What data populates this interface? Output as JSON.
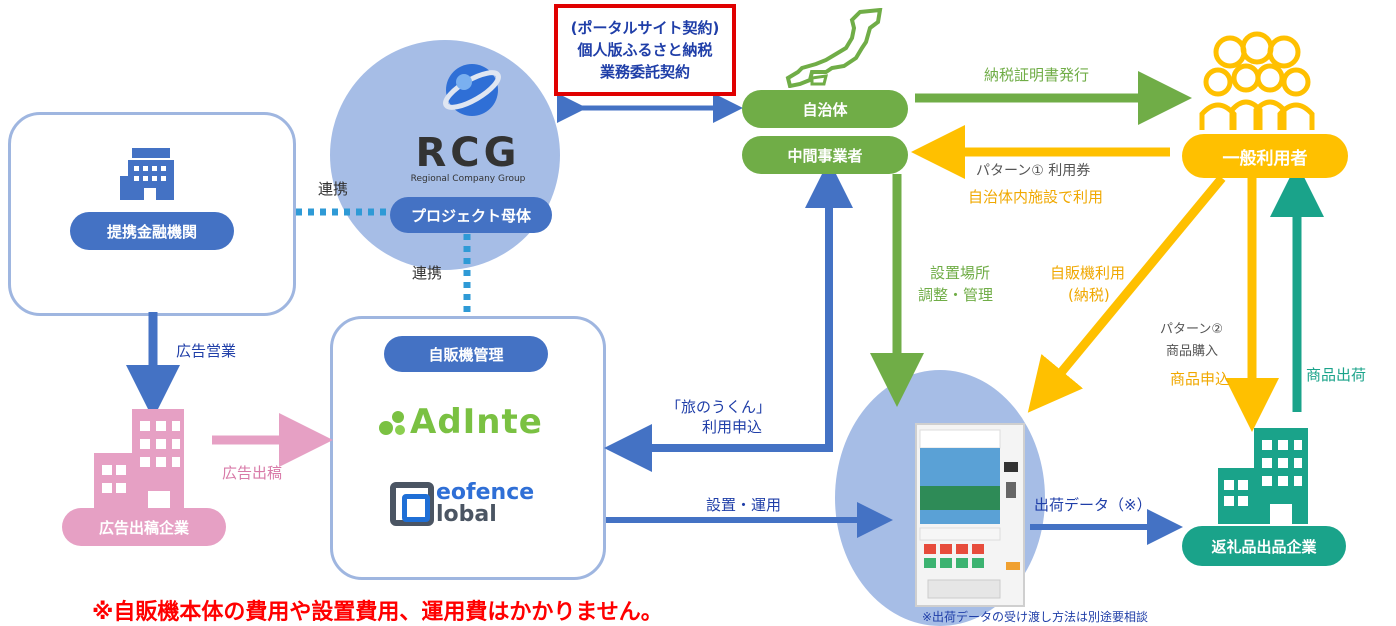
{
  "header": {
    "title_partial": ""
  },
  "contract_box": {
    "lines": [
      "(ポータルサイト契約)",
      "個人版ふるさと納税",
      "業務委託契約"
    ]
  },
  "rcg": {
    "logo": "RCG",
    "tagline": "Regional Company Group",
    "role_label": "プロジェクト母体"
  },
  "partner_bank": {
    "label": "提携金融機関"
  },
  "link_labels": {
    "horizontal": "連携",
    "vertical": "連携"
  },
  "ad_sales": "広告営業",
  "ad_placement": "広告出稿",
  "advertiser": {
    "label": "広告出稿企業"
  },
  "vending_mgmt": {
    "label": "自販機管理",
    "adinte": "AdInte",
    "geofence_top": "eofence",
    "geofence_bottom": "lobal"
  },
  "municipality": {
    "label": "自治体"
  },
  "intermediary": {
    "label": "中間事業者"
  },
  "tax_cert": "納税証明書発行",
  "pattern1": {
    "line1": "パターン①  利用券",
    "line2": "自治体内施設で利用"
  },
  "general_users": {
    "label": "一般利用者"
  },
  "setup_location": {
    "line1": "設置場所",
    "line2": "調整・管理"
  },
  "vending_use": {
    "line1": "自販機利用",
    "line2": "(納税)"
  },
  "pattern2": {
    "line1": "パターン②",
    "line2": "商品購入",
    "line3": "商品申込"
  },
  "shipping": "商品出荷",
  "tabi_apply": {
    "line1": "「旅のうくん」",
    "line2": "利用申込"
  },
  "install_ops": "設置・運用",
  "ship_data": "出荷データ（※）",
  "gift_company": {
    "label": "返礼品出品企業"
  },
  "ship_note": "※出荷データの受け渡し方法は別途要相談",
  "footer_note": "※自販機本体の費用や設置費用、運用費はかかりません。",
  "colors": {
    "blue": "#4472c4",
    "green": "#70ad47",
    "orange": "#ffc000",
    "teal": "#1aa38a",
    "pink": "#e6a0c4",
    "red": "#ff0000",
    "circle": "#a6bde6"
  },
  "icons": [
    "globe-logo-icon",
    "bank-building-icon",
    "office-building-icon",
    "japan-map-icon",
    "user-group-icon",
    "vending-machine-icon",
    "company-building-icon"
  ]
}
